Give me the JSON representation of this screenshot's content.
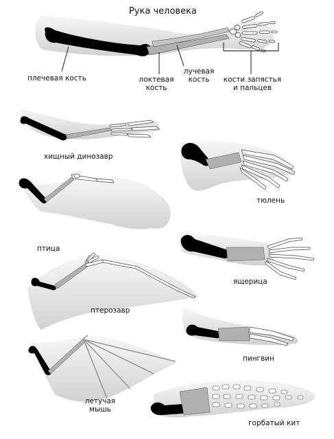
{
  "title": "Рука человека",
  "human": {
    "humerus": "плечевая кость",
    "ulna_line1": "локтевая",
    "ulna_line2": "кость",
    "radius_line1": "лучевая",
    "radius_line2": "кость",
    "hand_line1": "кости запястья",
    "hand_line2": "и пальцев"
  },
  "animals": {
    "dinosaur": "хищный динозавр",
    "seal": "тюлень",
    "bird": "птица",
    "lizard": "ящерица",
    "pterosaur": "птерозавр",
    "penguin": "пингвин",
    "bat_line1": "летучая",
    "bat_line2": "мышь",
    "whale": "горбатый кит"
  },
  "colors": {
    "humerus": "#000000",
    "forearm": "#b0b0b0",
    "hand": "#ffffff",
    "skin": "#e8e8e8",
    "skin_dark": "#c8c8c8"
  }
}
